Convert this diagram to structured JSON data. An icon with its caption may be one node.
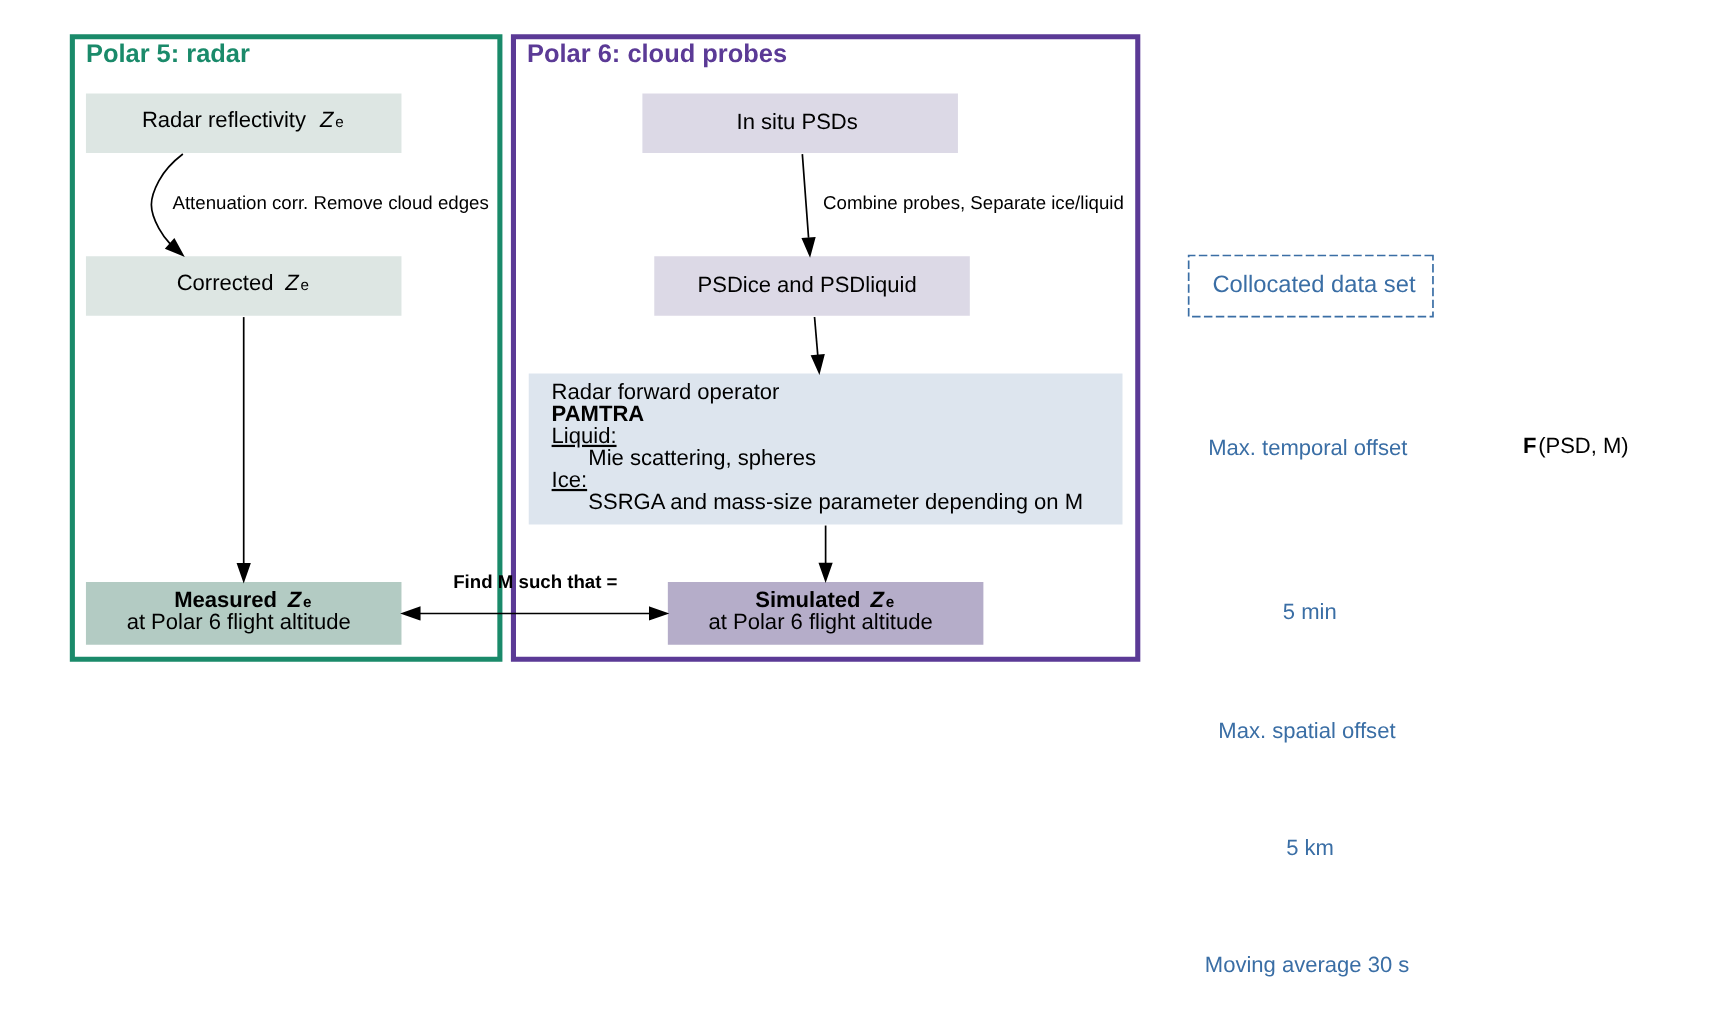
{
  "diagram": {
    "nodes": [
      {
        "text": [
          "Polar 5: radar"
        ]
      },
      {
        "text": [
          "Radar reflectivity *Z*$_{e}$"
        ],
        "in": 0
      },
      {
        "text": [
          "Corrected *Z*$_{e}$"
        ],
        "in": 0
      },
      {
        "text": [
          "**Measured *Z*$_{e}$**",
          "at Polar 6 flight altitude"
        ],
        "in": 0
      },
      {
        "text": [
          "Polar 6: cloud probes"
        ]
      },
      {
        "text": [
          "In situ PSDs"
        ],
        "in": 4
      },
      {
        "text": [
          "PSDice and PSDliquid"
        ],
        "in": 4
      },
      {
        "text": [
          "Radar forward operator",
          "PAMTRA",
          "Liquid:",
          "Mie scattering, spheres",
          "Ice:",
          "SSRGA and mass-size parameter depending on M"
        ],
        "in": 4
      },
      {
        "text": [
          "**Simulated *Z*$_{e}$**",
          "at Polar 6 flight altitude"
        ],
        "in": 4
      },
      {
        "text": [
          "Collocated data set"
        ]
      }
    ],
    "edges": [
      {
        "from": 1,
        "to": 2,
        "arrow": "to",
        "label": "Attenuation corr. Remove cloud edges"
      },
      {
        "from": 2,
        "to": 3,
        "arrow": "to"
      },
      {
        "from": 5,
        "to": 6,
        "arrow": "to",
        "label": "Combine probes, Separate ice/liquid"
      },
      {
        "from": 6,
        "to": 7,
        "arrow": "to"
      },
      {
        "from": 7,
        "to": 8,
        "arrow": "to"
      },
      {
        "from": 3,
        "to": 8,
        "arrow": "both",
        "label": "Find M such that ="
      }
    ],
    "labels": [
      "Max. temporal offset",
      "5 min",
      "Max. spatial offset",
      "5 km",
      "Moving average 30 s",
      "**F**(PSD, M)"
    ]
  }
}
